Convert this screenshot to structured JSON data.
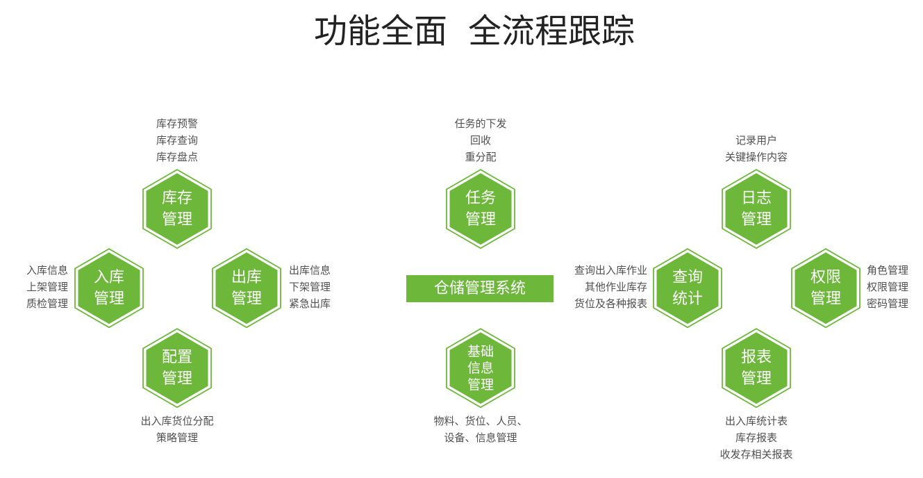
{
  "title": {
    "part1": "功能全面",
    "part2": "全流程跟踪"
  },
  "center_label": "仓储管理系统",
  "colors": {
    "accent": "#6db83b",
    "text": "#222222",
    "note": "#505050"
  },
  "modules": {
    "inventory": {
      "lines": [
        "库存",
        "管理"
      ],
      "notes": [
        "库存预警",
        "库存查询",
        "库存盘点"
      ]
    },
    "inbound": {
      "lines": [
        "入库",
        "管理"
      ],
      "notes": [
        "入库信息",
        "上架管理",
        "质检管理"
      ]
    },
    "outbound": {
      "lines": [
        "出库",
        "管理"
      ],
      "notes": [
        "出库信息",
        "下架管理",
        "紧急出库"
      ]
    },
    "config": {
      "lines": [
        "配置",
        "管理"
      ],
      "notes": [
        "出入库货位分配",
        "策略管理"
      ]
    },
    "task": {
      "lines": [
        "任务",
        "管理"
      ],
      "notes": [
        "任务的下发",
        "回收",
        "重分配"
      ]
    },
    "basic_info": {
      "lines": [
        "基础",
        "信息",
        "管理"
      ],
      "notes": [
        "物料、货位、人员、",
        "设备、信息管理"
      ]
    },
    "log": {
      "lines": [
        "日志",
        "管理"
      ],
      "notes": [
        "记录用户",
        "关键操作内容"
      ]
    },
    "query": {
      "lines": [
        "查询",
        "统计"
      ],
      "notes": [
        "查询出入库作业",
        "其他作业库存",
        "货位及各种报表"
      ]
    },
    "permission": {
      "lines": [
        "权限",
        "管理"
      ],
      "notes": [
        "角色管理",
        "权限管理",
        "密码管理"
      ]
    },
    "report": {
      "lines": [
        "报表",
        "管理"
      ],
      "notes": [
        "出入库统计表",
        "库存报表",
        "收发存相关报表"
      ]
    }
  }
}
